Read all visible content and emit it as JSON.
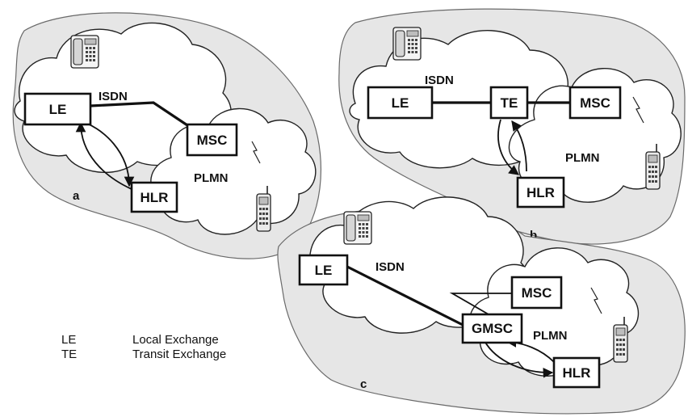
{
  "panels": {
    "a": {
      "label": "a",
      "nodes": {
        "le": "LE",
        "msc": "MSC",
        "hlr": "HLR"
      },
      "networks": {
        "isdn": "ISDN",
        "plmn": "PLMN"
      }
    },
    "b": {
      "label": "b",
      "nodes": {
        "le": "LE",
        "te": "TE",
        "msc": "MSC",
        "hlr": "HLR"
      },
      "networks": {
        "isdn": "ISDN",
        "plmn": "PLMN"
      }
    },
    "c": {
      "label": "c",
      "nodes": {
        "le": "LE",
        "msc": "MSC",
        "gmsc": "GMSC",
        "hlr": "HLR"
      },
      "networks": {
        "isdn": "ISDN",
        "plmn": "PLMN"
      }
    }
  },
  "legend": [
    {
      "abbr": "LE",
      "desc": "Local Exchange"
    },
    {
      "abbr": "TE",
      "desc": "Transit Exchange"
    }
  ]
}
